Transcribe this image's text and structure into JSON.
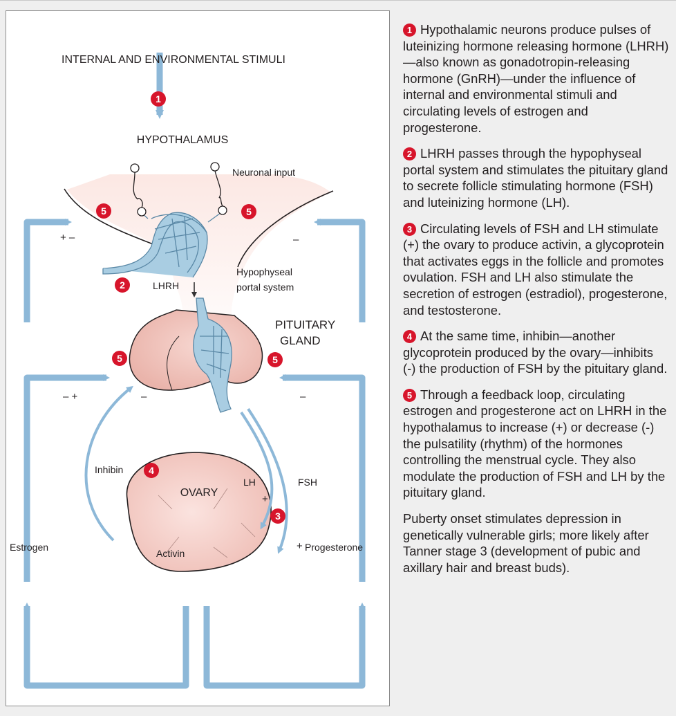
{
  "diagram": {
    "stimuli_label": "INTERNAL AND ENVIRONMENTAL STIMULI",
    "hypothalamus_label": "HYPOTHALAMUS",
    "neuronal_input_label": "Neuronal input",
    "lhrh_label": "LHRH",
    "portal_label_line1": "Hypophyseal",
    "portal_label_line2": "portal system",
    "pituitary_label_line1": "PITUITARY",
    "pituitary_label_line2": "GLAND",
    "inhibin_label": "Inhibin",
    "lh_label": "LH",
    "fsh_label": "FSH",
    "ovary_label": "OVARY",
    "activin_label": "Activin",
    "estrogen_label": "Estrogen",
    "progesterone_label": "Progesterone",
    "sign_plus_minus": "+ –",
    "sign_minus_plus": "– +",
    "sign_minus": "–",
    "sign_plus": "+",
    "badges": [
      "1",
      "2",
      "3",
      "4",
      "5"
    ]
  },
  "steps": [
    {
      "number": "1",
      "text": "Hypothalamic neurons produce pulses of luteinizing hormone releasing hormone (LHRH)—also known as gonadotropin-releasing hormone (GnRH)—under the influence of internal and environmental stimuli and circulating levels of estrogen and progesterone."
    },
    {
      "number": "2",
      "text": "LHRH passes through the hypophyseal portal system and stimulates the pituitary gland to secrete follicle stimulating hormone (FSH) and luteinizing hormone (LH)."
    },
    {
      "number": "3",
      "text": "Circulating levels of FSH and LH stimulate (+) the ovary to produce activin, a glycoprotein that activates eggs in the follicle and promotes ovulation. FSH and LH also stimulate the secretion of estrogen (estradiol), progesterone, and testosterone."
    },
    {
      "number": "4",
      "text": "At the same time, inhibin—another glycoprotein produced by the ovary—inhibits (-) the production of FSH by the pituitary gland."
    },
    {
      "number": "5",
      "text": "Through a feedback loop, circulating estrogen and progesterone act on LHRH in the hypothalamus to increase (+) or decrease (-) the pulsatility (rhythm) of the hormones controlling the menstrual cycle. They also modulate the production of FSH and LH by the pituitary gland."
    }
  ],
  "footnote": "Puberty onset stimulates depression in genetically vulnerable girls; more likely after Tanner stage 3 (development of pubic and axillary hair and breast buds).",
  "colors": {
    "arrow": "#8db8d8",
    "badge": "#d7152b",
    "tissue": "#f2c9c3",
    "vessel": "#a9cde2"
  }
}
